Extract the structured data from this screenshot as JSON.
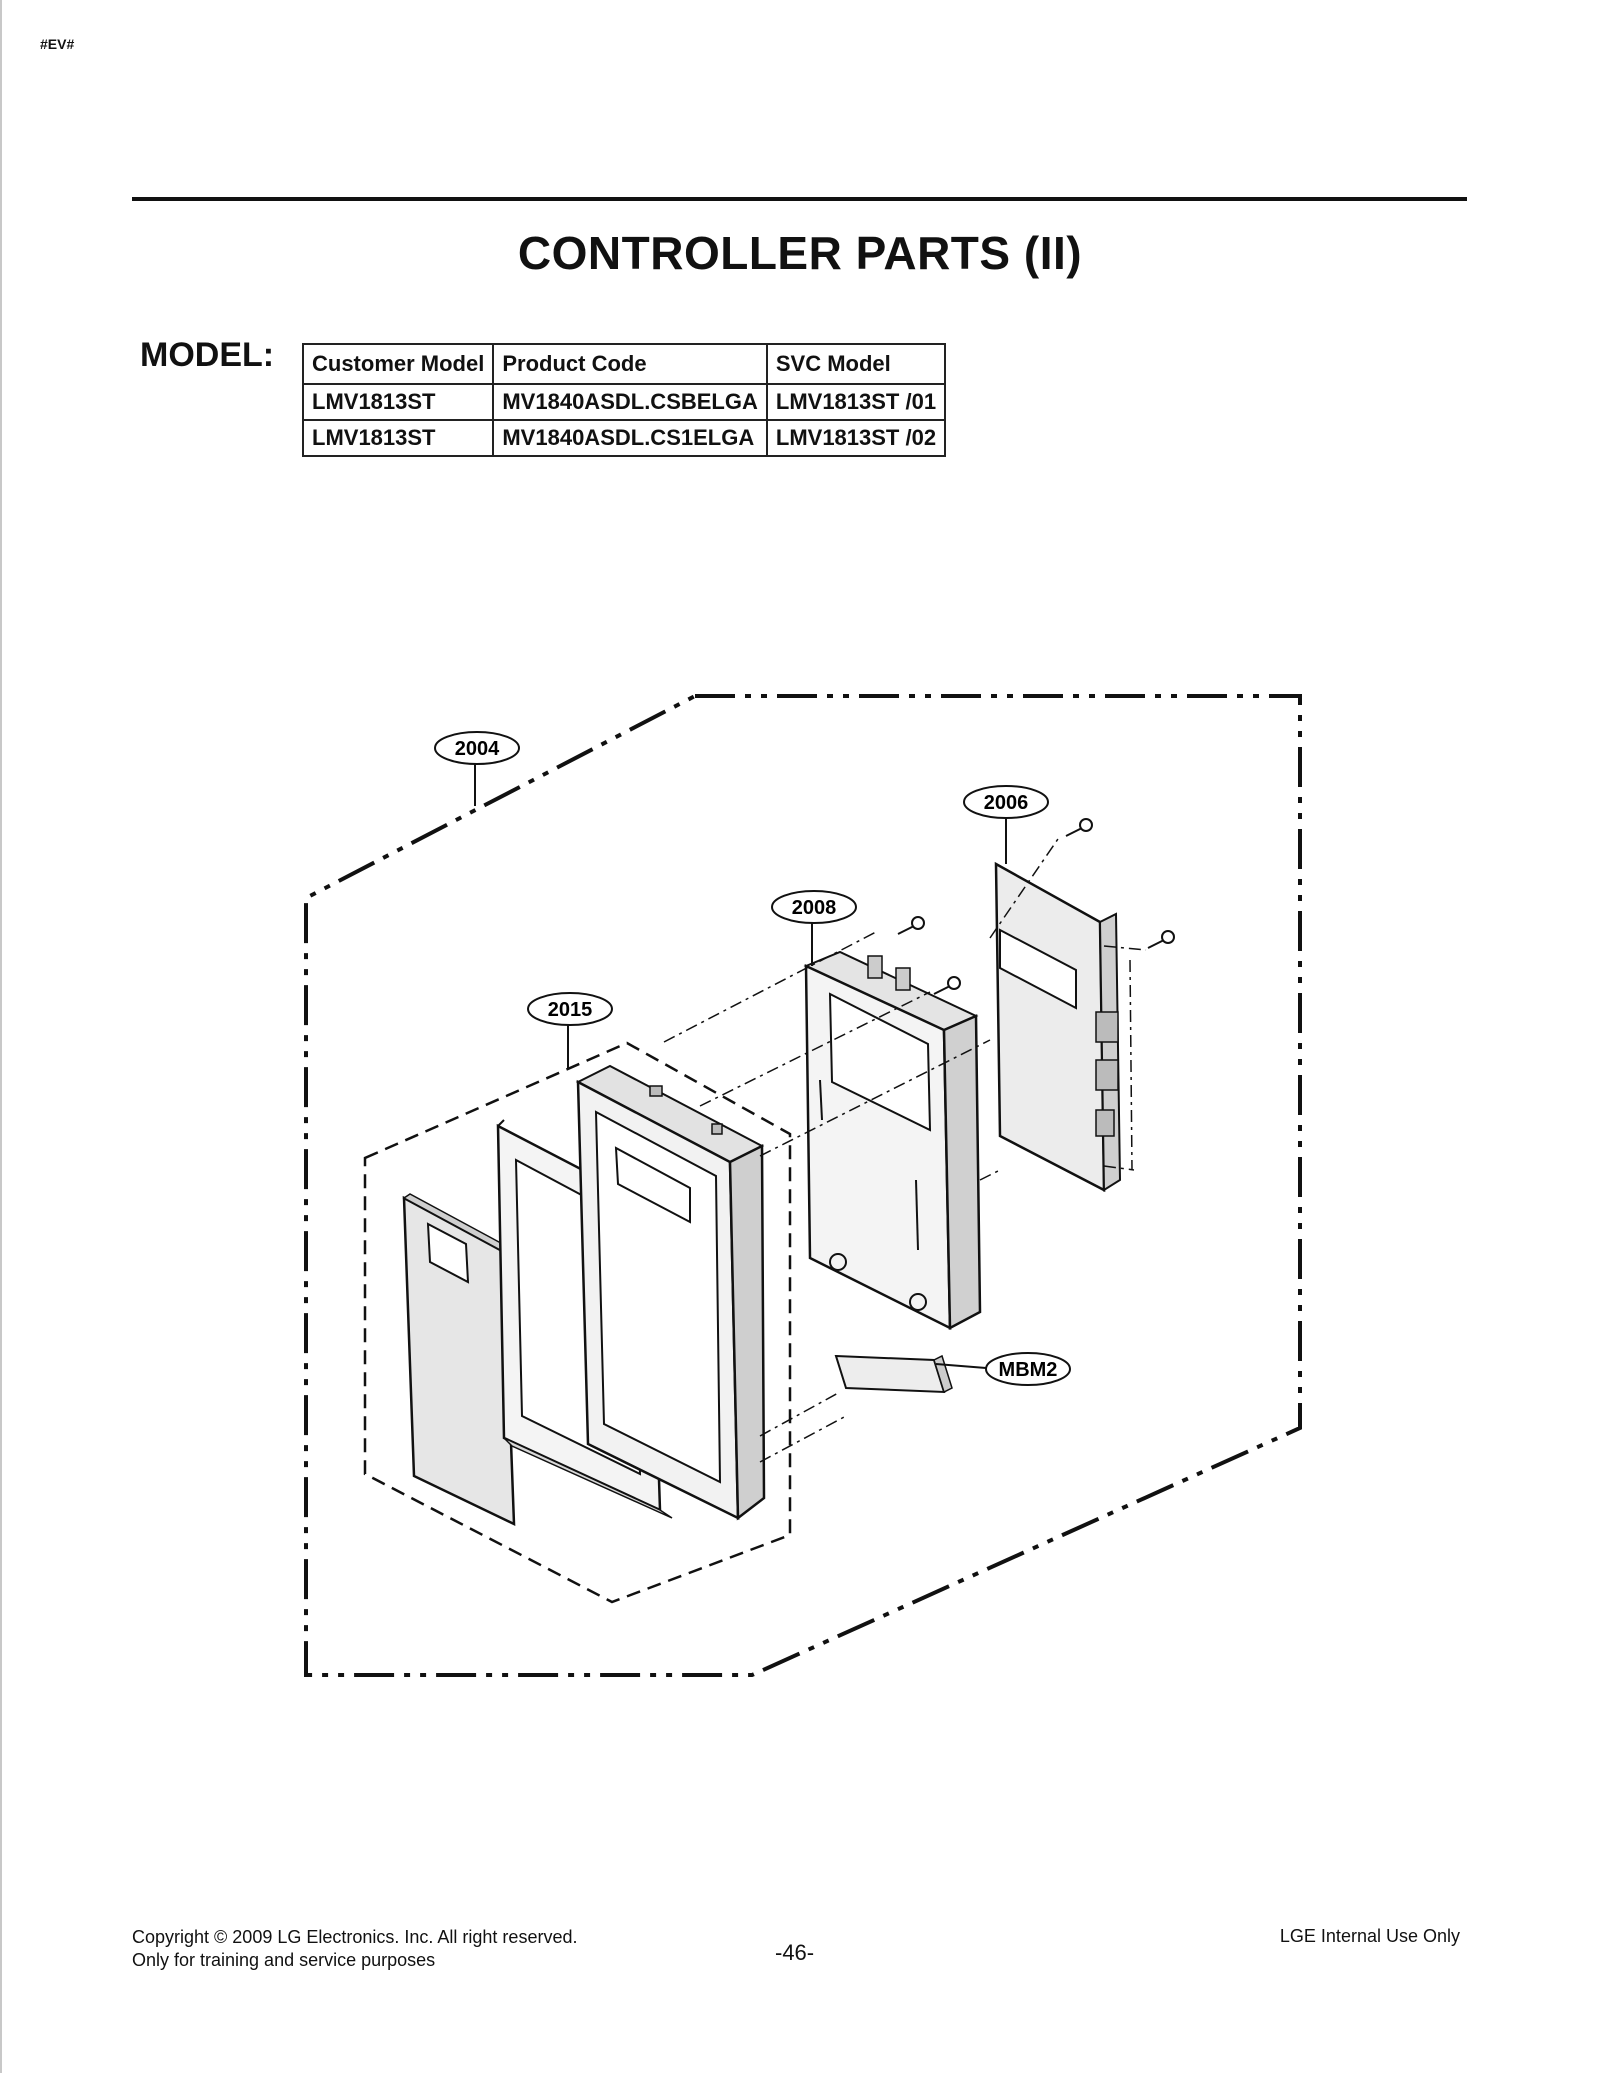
{
  "header": {
    "tag": "#EV#",
    "title": "CONTROLLER PARTS (II)"
  },
  "model": {
    "label": "MODEL:",
    "columns": [
      "Customer Model",
      "Product Code",
      "SVC Model"
    ],
    "rows": [
      [
        "LMV1813ST",
        "MV1840ASDL.CSBELGA",
        "LMV1813ST /01"
      ],
      [
        "LMV1813ST",
        "MV1840ASDL.CS1ELGA",
        "LMV1813ST /02"
      ]
    ]
  },
  "diagram": {
    "callouts": [
      "2004",
      "2006",
      "2008",
      "2015",
      "MBM2"
    ]
  },
  "footer": {
    "copyright": "Copyright © 2009 LG Electronics. Inc. All right reserved.",
    "purpose": "Only for training and service purposes",
    "page_number": "-46-",
    "internal": "LGE Internal Use Only"
  }
}
